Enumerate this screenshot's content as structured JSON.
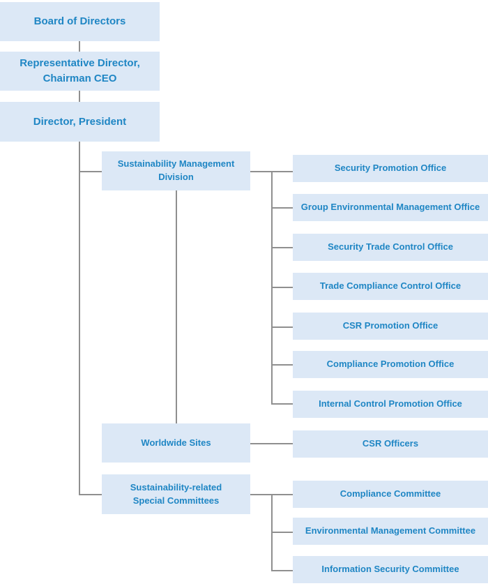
{
  "colors": {
    "box": "#dce8f6",
    "text": "#1f86c4",
    "connector": "#8f8f8f"
  },
  "chart": {
    "top": {
      "board": "Board of Directors",
      "chairman": "Representative Director,\nChairman CEO",
      "president": "Director, President"
    },
    "divisions": {
      "sustainability_management": "Sustainability Management\nDivision",
      "worldwide_sites": "Worldwide Sites",
      "special_committees": "Sustainability-related\nSpecial Committees"
    },
    "offices": [
      "Security Promotion Office",
      "Group Environmental Management  Office",
      "Security Trade Control Office",
      "Trade Compliance Control Office",
      "CSR Promotion Office",
      "Compliance Promotion Office",
      "Internal Control Promotion Office"
    ],
    "site_units": [
      "CSR Officers"
    ],
    "committees": [
      "Compliance Committee",
      "Environmental Management Committee",
      "Information Security Committee"
    ]
  }
}
